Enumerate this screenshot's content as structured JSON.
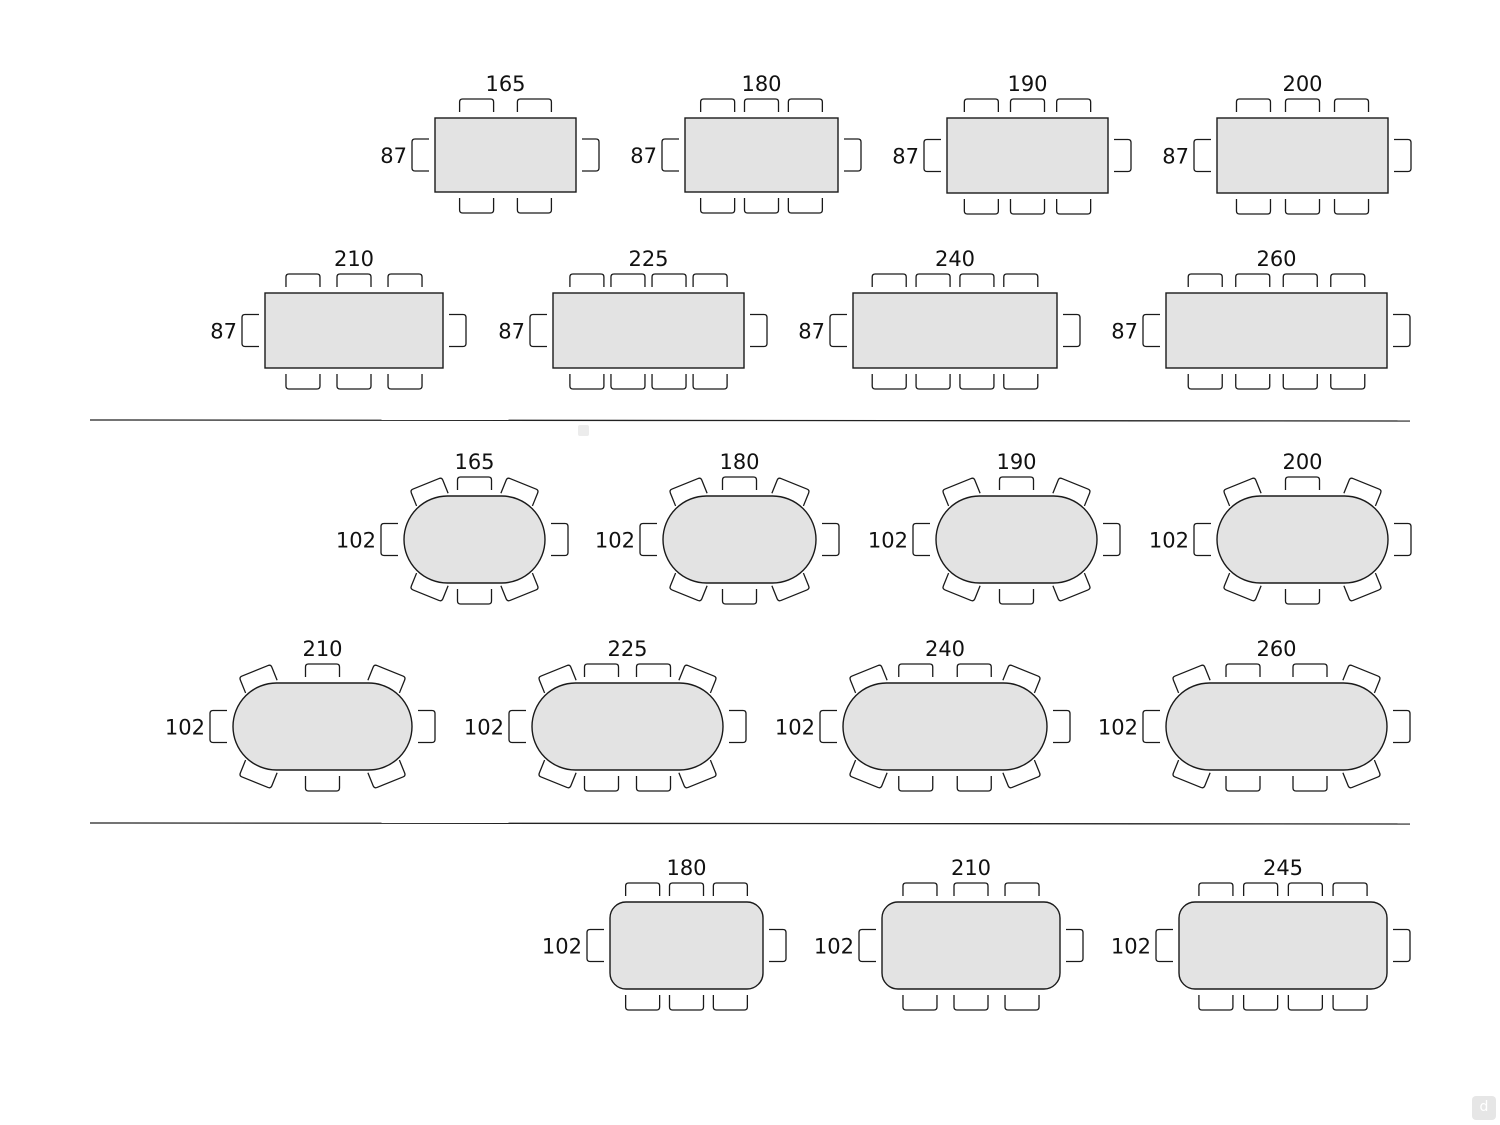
{
  "sections": [
    {
      "shape": "rect",
      "rows": [
        [
          {
            "length": "165",
            "width": "87",
            "top_chairs": 2,
            "bottom_chairs": 2
          },
          {
            "length": "180",
            "width": "87",
            "top_chairs": 3,
            "bottom_chairs": 3
          },
          {
            "length": "190",
            "width": "87",
            "top_chairs": 3,
            "bottom_chairs": 3
          },
          {
            "length": "200",
            "width": "87",
            "top_chairs": 3,
            "bottom_chairs": 3
          }
        ],
        [
          {
            "length": "210",
            "width": "87",
            "top_chairs": 3,
            "bottom_chairs": 3
          },
          {
            "length": "225",
            "width": "87",
            "top_chairs": 4,
            "bottom_chairs": 4
          },
          {
            "length": "240",
            "width": "87",
            "top_chairs": 4,
            "bottom_chairs": 4
          },
          {
            "length": "260",
            "width": "87",
            "top_chairs": 4,
            "bottom_chairs": 4
          }
        ]
      ]
    },
    {
      "shape": "oval",
      "rows": [
        [
          {
            "length": "165",
            "width": "102",
            "top_chairs": 3,
            "bottom_chairs": 3
          },
          {
            "length": "180",
            "width": "102",
            "top_chairs": 3,
            "bottom_chairs": 3
          },
          {
            "length": "190",
            "width": "102",
            "top_chairs": 3,
            "bottom_chairs": 3
          },
          {
            "length": "200",
            "width": "102",
            "top_chairs": 3,
            "bottom_chairs": 3
          }
        ],
        [
          {
            "length": "210",
            "width": "102",
            "top_chairs": 3,
            "bottom_chairs": 3
          },
          {
            "length": "225",
            "width": "102",
            "top_chairs": 4,
            "bottom_chairs": 4
          },
          {
            "length": "240",
            "width": "102",
            "top_chairs": 4,
            "bottom_chairs": 4
          },
          {
            "length": "260",
            "width": "102",
            "top_chairs": 4,
            "bottom_chairs": 4
          }
        ]
      ]
    },
    {
      "shape": "rounded-rect",
      "rows": [
        [
          {
            "length": "180",
            "width": "102",
            "top_chairs": 3,
            "bottom_chairs": 3
          },
          {
            "length": "210",
            "width": "102",
            "top_chairs": 3,
            "bottom_chairs": 3
          },
          {
            "length": "245",
            "width": "102",
            "top_chairs": 4,
            "bottom_chairs": 4
          }
        ]
      ]
    }
  ],
  "logo": "d"
}
